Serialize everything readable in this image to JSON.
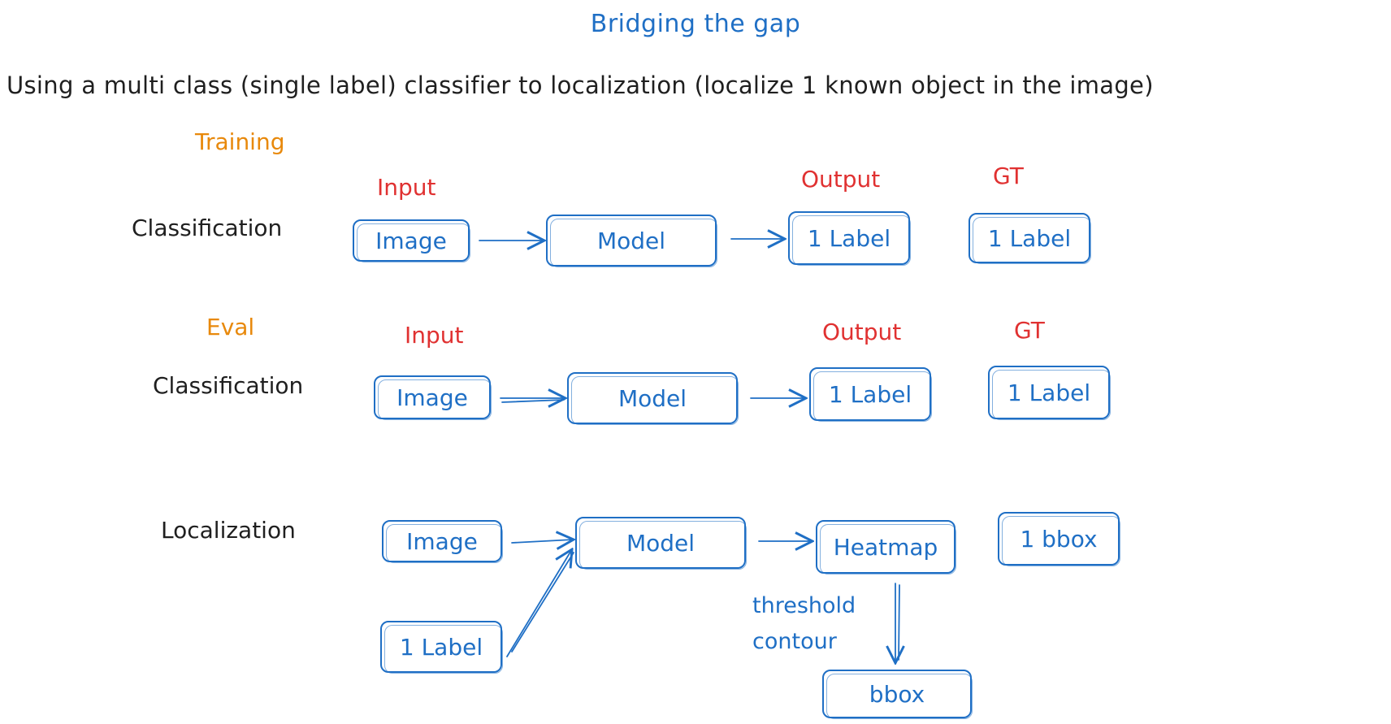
{
  "title": "Bridging the gap",
  "subtitle": "Using a multi class (single label) classifier to localization (localize 1 known object in the image)",
  "colors": {
    "title": "#1f6fc5",
    "section": "#e8890c",
    "header": "#e03131",
    "node": "#1f6fc5",
    "text": "#1f1f1f"
  },
  "sections": {
    "training": "Training",
    "eval": "Eval"
  },
  "headers": {
    "input": "Input",
    "output": "Output",
    "gt": "GT"
  },
  "rows": {
    "training_classification": {
      "label": "Classification",
      "input": "Image",
      "model": "Model",
      "output": "1 Label",
      "gt": "1 Label"
    },
    "eval_classification": {
      "label": "Classification",
      "input": "Image",
      "model": "Model",
      "output": "1 Label",
      "gt": "1 Label"
    },
    "localization": {
      "label": "Localization",
      "input": "Image",
      "extra_input": "1 Label",
      "model": "Model",
      "output": "Heatmap",
      "gt": "1 bbox",
      "post_step_line1": "threshold",
      "post_step_line2": "contour",
      "final": "bbox"
    }
  }
}
